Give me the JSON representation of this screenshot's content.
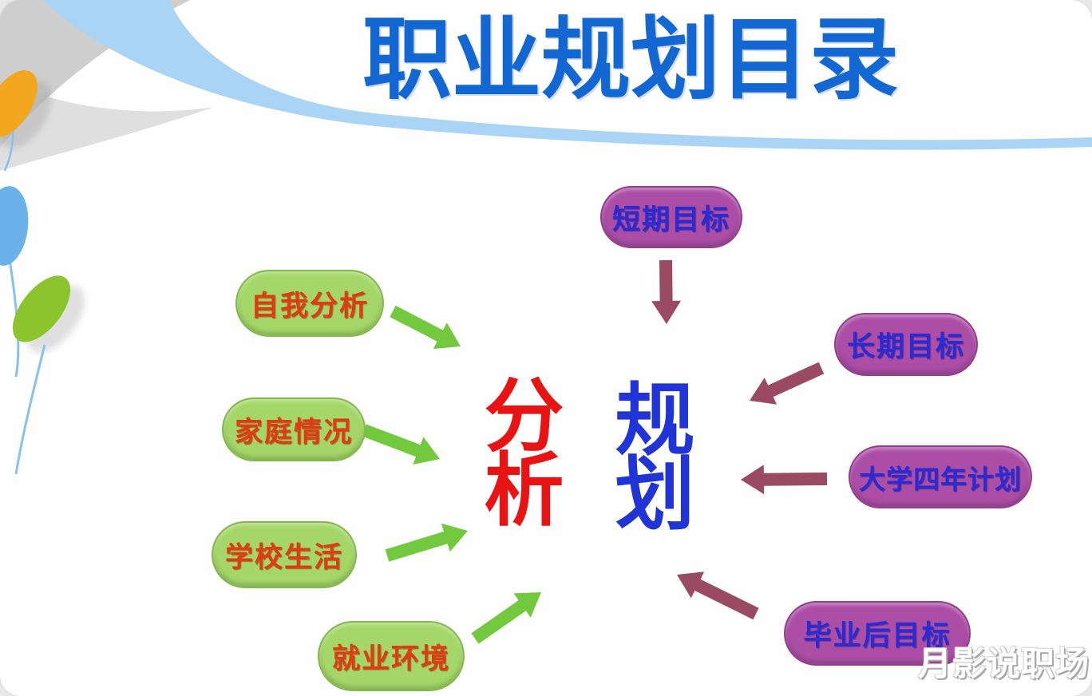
{
  "slide": {
    "title": "职业规划目录",
    "watermark": "月影说职场"
  },
  "center_nodes": {
    "analysis": "分析",
    "planning": "规划"
  },
  "analysis_branches": [
    "自我分析",
    "家庭情况",
    "学校生活",
    "就业环境"
  ],
  "planning_branches": [
    "短期目标",
    "长期目标",
    "大学四年计划",
    "毕业后目标"
  ],
  "connections": [
    {
      "from": "自我分析",
      "to": "分析"
    },
    {
      "from": "家庭情况",
      "to": "分析"
    },
    {
      "from": "学校生活",
      "to": "分析"
    },
    {
      "from": "就业环境",
      "to": "分析"
    },
    {
      "from": "短期目标",
      "to": "规划"
    },
    {
      "from": "长期目标",
      "to": "规划"
    },
    {
      "from": "大学四年计划",
      "to": "规划"
    },
    {
      "from": "毕业后目标",
      "to": "规划"
    }
  ],
  "colors": {
    "title_blue": "#1367d2",
    "analysis_red": "#e81414",
    "planning_blue": "#2135d6",
    "branch_green_fill": "#a4d768",
    "branch_green_text": "#e23b12",
    "branch_purple_fill": "#ac4ea6",
    "branch_purple_text": "#2b2bd5",
    "arrow_green": "#72c93e",
    "arrow_maroon": "#9b4a64",
    "swoosh_blue": "#aad4f5",
    "leaf_orange": "#f2a71e",
    "leaf_blue": "#6ab2e9",
    "leaf_green": "#8cc42e"
  }
}
